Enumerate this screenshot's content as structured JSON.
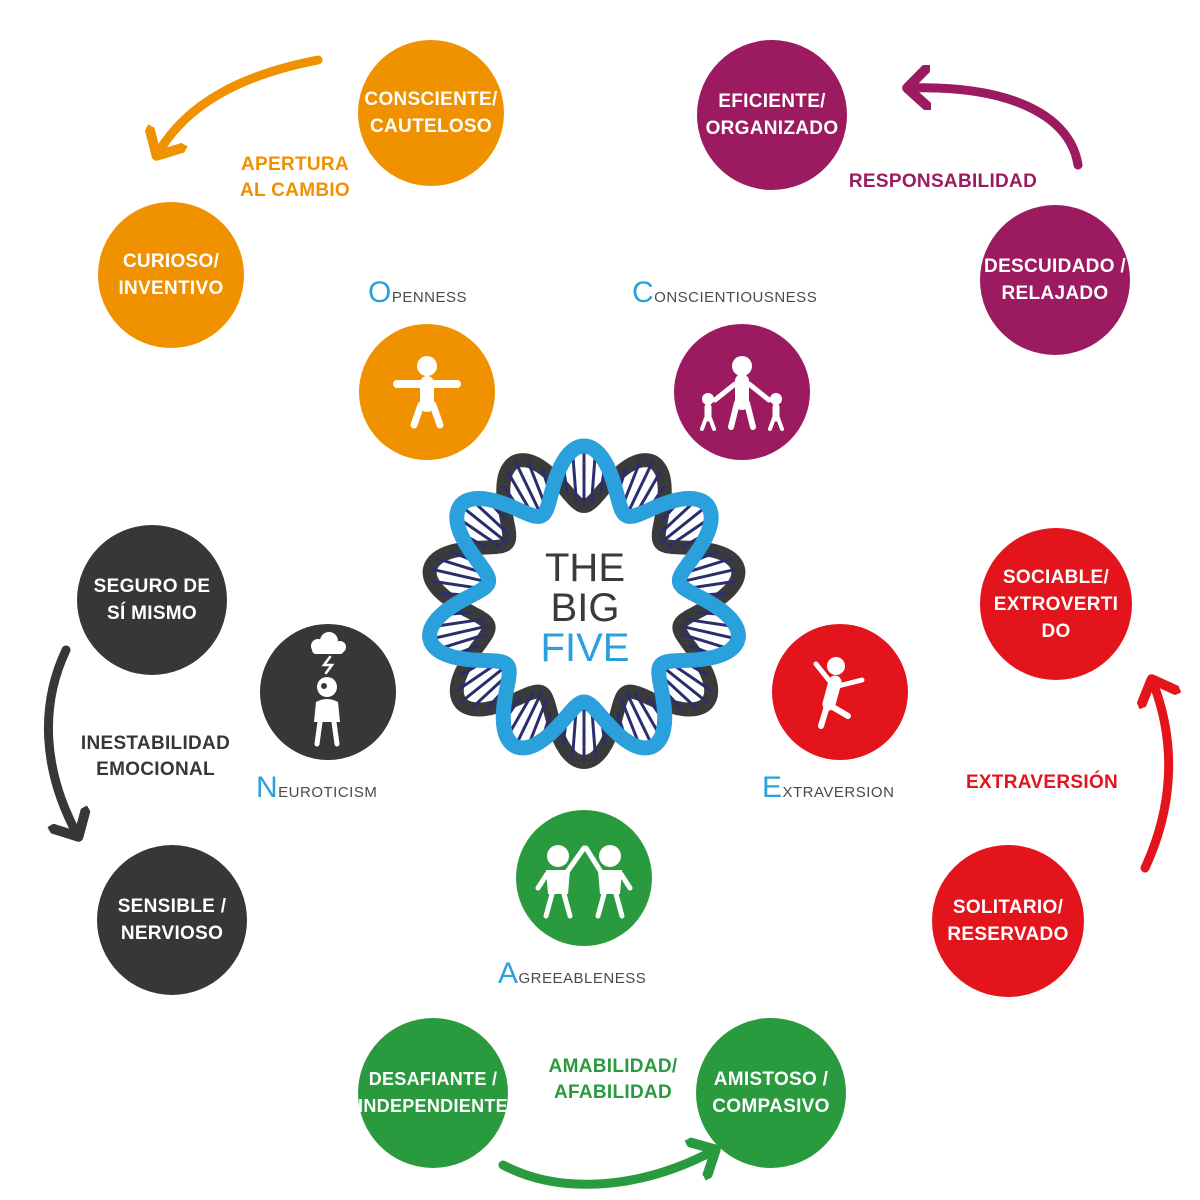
{
  "colors": {
    "openness": "#f09100",
    "conscientiousness": "#9c1a5f",
    "extraversion": "#e3141b",
    "agreeableness": "#2a9a3f",
    "neuroticism": "#373737",
    "accent_blue": "#2aa0dc"
  },
  "center": {
    "line1": "THE",
    "line2": "BIG",
    "line3": "FIVE"
  },
  "traits": {
    "openness": {
      "initial": "O",
      "rest": "penness",
      "icon": "person-arms-out-icon"
    },
    "conscientiousness": {
      "initial": "C",
      "rest": "onscientiousness",
      "icon": "parent-with-children-icon"
    },
    "neuroticism": {
      "initial": "N",
      "rest": "euroticism",
      "icon": "worried-person-storm-cloud-icon"
    },
    "extraversion": {
      "initial": "E",
      "rest": "xtraversion",
      "icon": "jumping-person-icon"
    },
    "agreeableness": {
      "initial": "A",
      "rest": "greeableness",
      "icon": "two-people-high-five-icon"
    }
  },
  "dimensions": {
    "apertura": {
      "label_l1": "APERTURA",
      "label_l2": "AL CAMBIO",
      "pole_a": [
        "CONSCIENTE/",
        "CAUTELOSO"
      ],
      "pole_b": [
        "CURIOSO/",
        "INVENTIVO"
      ]
    },
    "responsabilidad": {
      "label": "RESPONSABILIDAD",
      "pole_a": [
        "DESCUIDADO /",
        "RELAJADO"
      ],
      "pole_b": [
        "EFICIENTE/",
        "ORGANIZADO"
      ]
    },
    "extraversion": {
      "label": "EXTRAVERSIÓN",
      "pole_a": [
        "SOLITARIO/",
        "RESERVADO"
      ],
      "pole_b": [
        "SOCIABLE/",
        "EXTROVERTI",
        "DO"
      ]
    },
    "amabilidad": {
      "label_l1": "AMABILIDAD/",
      "label_l2": "AFABILIDAD",
      "pole_a": [
        "DESAFIANTE /",
        "INDEPENDIENTE"
      ],
      "pole_b": [
        "AMISTOSO /",
        "COMPASIVO"
      ]
    },
    "inestabilidad": {
      "label_l1": "INESTABILIDAD",
      "label_l2": "EMOCIONAL",
      "pole_a": [
        "SEGURO DE",
        "SÍ MISMO"
      ],
      "pole_b": [
        "SENSIBLE /",
        "NERVIOSO"
      ]
    }
  }
}
